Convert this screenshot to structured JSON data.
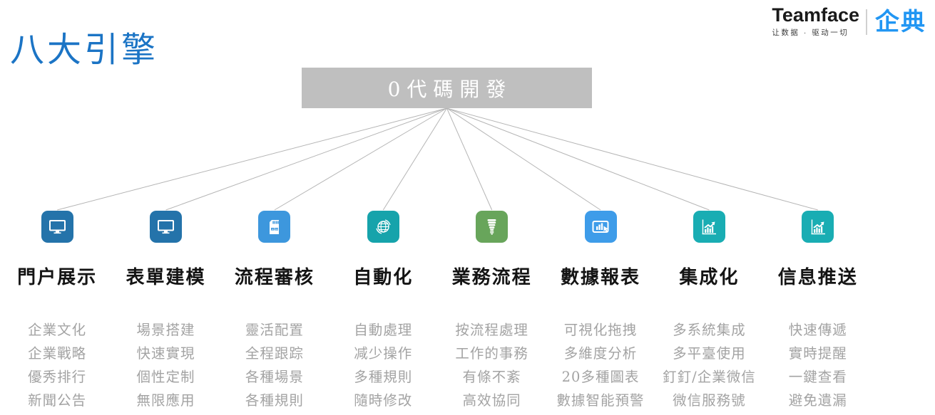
{
  "page_title": "八大引擎",
  "logo": {
    "brand": "Teamface",
    "slogan": "让数据 · 驱动一切",
    "product": "企典",
    "brand_color": "#1a1a1a",
    "product_color": "#2196f3"
  },
  "root_node": {
    "label": "0代碼開發",
    "background": "#bfbfbf"
  },
  "connector_color": "#b5b5b5",
  "title_color": "#1b74c5",
  "engines": [
    {
      "title": "門户展示",
      "icon": "monitor-icon",
      "color": "#2473aa",
      "items": [
        "企業文化",
        "企業戰略",
        "優秀排行",
        "新聞公告"
      ]
    },
    {
      "title": "表單建模",
      "icon": "monitor-icon",
      "color": "#2473aa",
      "items": [
        "場景搭建",
        "快速實現",
        "個性定制",
        "無限應用"
      ]
    },
    {
      "title": "流程審核",
      "icon": "sd-card-icon",
      "color": "#3d97dd",
      "items": [
        "靈活配置",
        "全程跟踪",
        "各種場景",
        "各種規則"
      ]
    },
    {
      "title": "自動化",
      "icon": "globe-icon",
      "color": "#16a3ab",
      "items": [
        "自動處理",
        "减少操作",
        "多種規則",
        "隨時修改"
      ]
    },
    {
      "title": "業務流程",
      "icon": "cfl-bulb-icon",
      "color": "#68a55b",
      "items": [
        "按流程處理",
        "工作的事務",
        "有條不紊",
        "高效協同"
      ]
    },
    {
      "title": "數據報表",
      "icon": "tablet-chart-icon",
      "color": "#3e9ce9",
      "items": [
        "可視化拖拽",
        "多維度分析",
        "20多種圖表",
        "數據智能預警"
      ]
    },
    {
      "title": "集成化",
      "icon": "chart-growth-icon",
      "color": "#19adb3",
      "items": [
        "多系統集成",
        "多平臺使用",
        "釘釘/企業微信",
        "微信服務號"
      ]
    },
    {
      "title": "信息推送",
      "icon": "chart-growth-icon",
      "color": "#19adb3",
      "items": [
        "快速傳遞",
        "實時提醒",
        "一鍵查看",
        "避免遺漏"
      ]
    }
  ]
}
